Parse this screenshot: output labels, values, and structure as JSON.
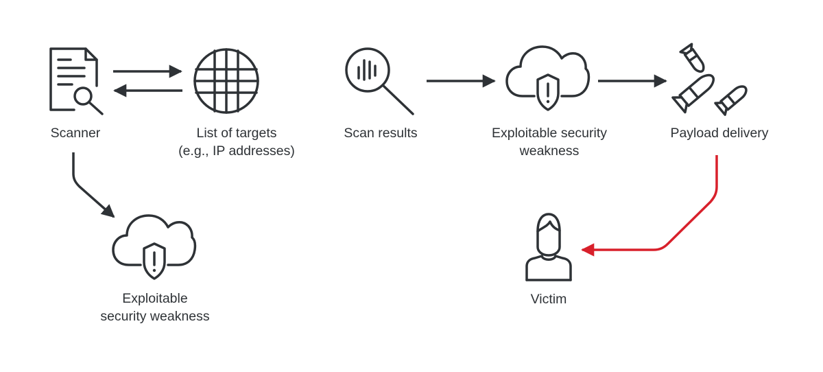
{
  "colors": {
    "ink": "#2e3236",
    "accent": "#d8202b",
    "background": "#ffffff"
  },
  "nodes": {
    "scanner": {
      "label": "Scanner",
      "icon": "document-magnifier-icon"
    },
    "targets": {
      "line1": "List of targets",
      "line2": "(e.g., IP addresses)",
      "icon": "globe-icon"
    },
    "scan_results": {
      "label": "Scan results",
      "icon": "magnifier-chart-icon"
    },
    "weakness_top": {
      "line1": "Exploitable security",
      "line2": "weakness",
      "icon": "cloud-shield-icon"
    },
    "payload": {
      "label": "Payload delivery",
      "icon": "bombs-icon"
    },
    "weakness_bottom": {
      "line1": "Exploitable",
      "line2": "security weakness",
      "icon": "cloud-shield-icon"
    },
    "victim": {
      "label": "Victim",
      "icon": "person-icon"
    }
  },
  "edges": [
    {
      "from": "scanner",
      "to": "targets",
      "style": "ink"
    },
    {
      "from": "targets",
      "to": "scanner",
      "style": "ink"
    },
    {
      "from": "scan_results",
      "to": "weakness_top",
      "style": "ink"
    },
    {
      "from": "weakness_top",
      "to": "payload",
      "style": "ink"
    },
    {
      "from": "scanner",
      "to": "weakness_bottom",
      "style": "ink"
    },
    {
      "from": "payload",
      "to": "victim",
      "style": "accent"
    }
  ]
}
